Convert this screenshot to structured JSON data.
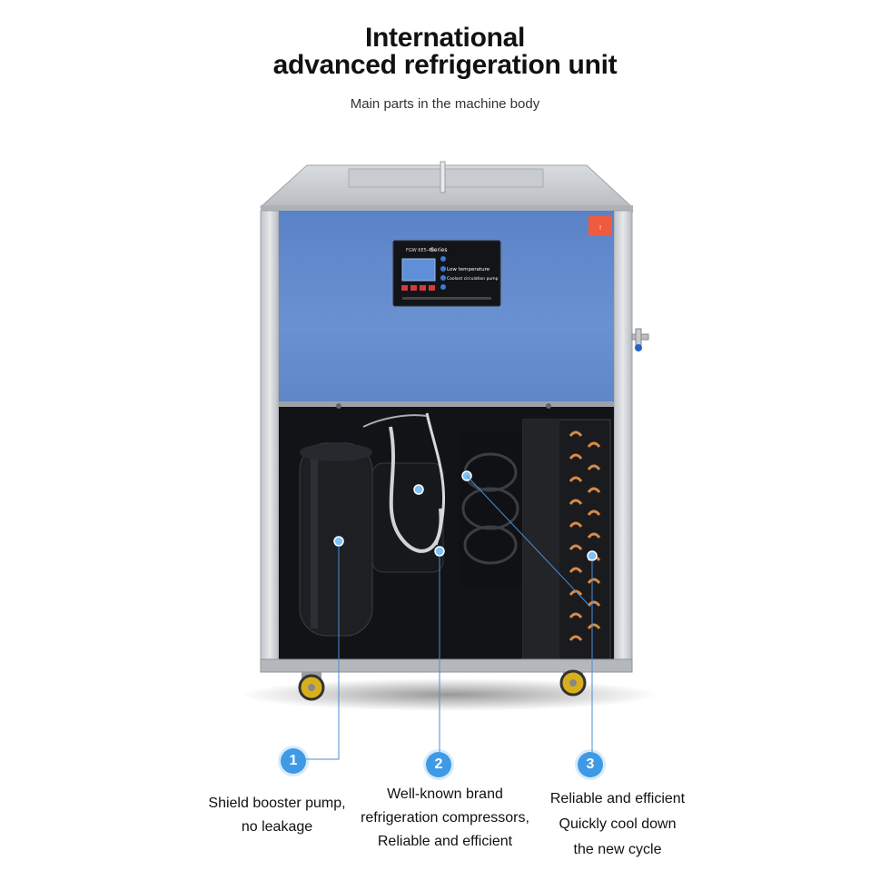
{
  "header": {
    "title_line1": "International",
    "title_line2": "advanced refrigeration unit",
    "subtitle": "Main parts in the machine body"
  },
  "panel": {
    "model_label": "FGW 6E5-40",
    "series_label": "Series",
    "line1": "Low temperature",
    "line2": "Coolant circulation pump"
  },
  "callouts": [
    {
      "number": "1",
      "lines": [
        "Shield booster pump,",
        "no leakage"
      ]
    },
    {
      "number": "2",
      "lines": [
        "Well-known brand",
        "refrigeration compressors,",
        "Reliable and efficient"
      ]
    },
    {
      "number": "3",
      "lines": [
        "Reliable and efficient",
        "Quickly cool down",
        "the new cycle"
      ]
    }
  ],
  "colors": {
    "accent": "#3f9ae6",
    "body_blue": "#5f86c9",
    "steel": "#cfd2d6"
  },
  "icons": [
    "warning-label-icon",
    "water-valve-icon",
    "caster-wheel-icon"
  ]
}
